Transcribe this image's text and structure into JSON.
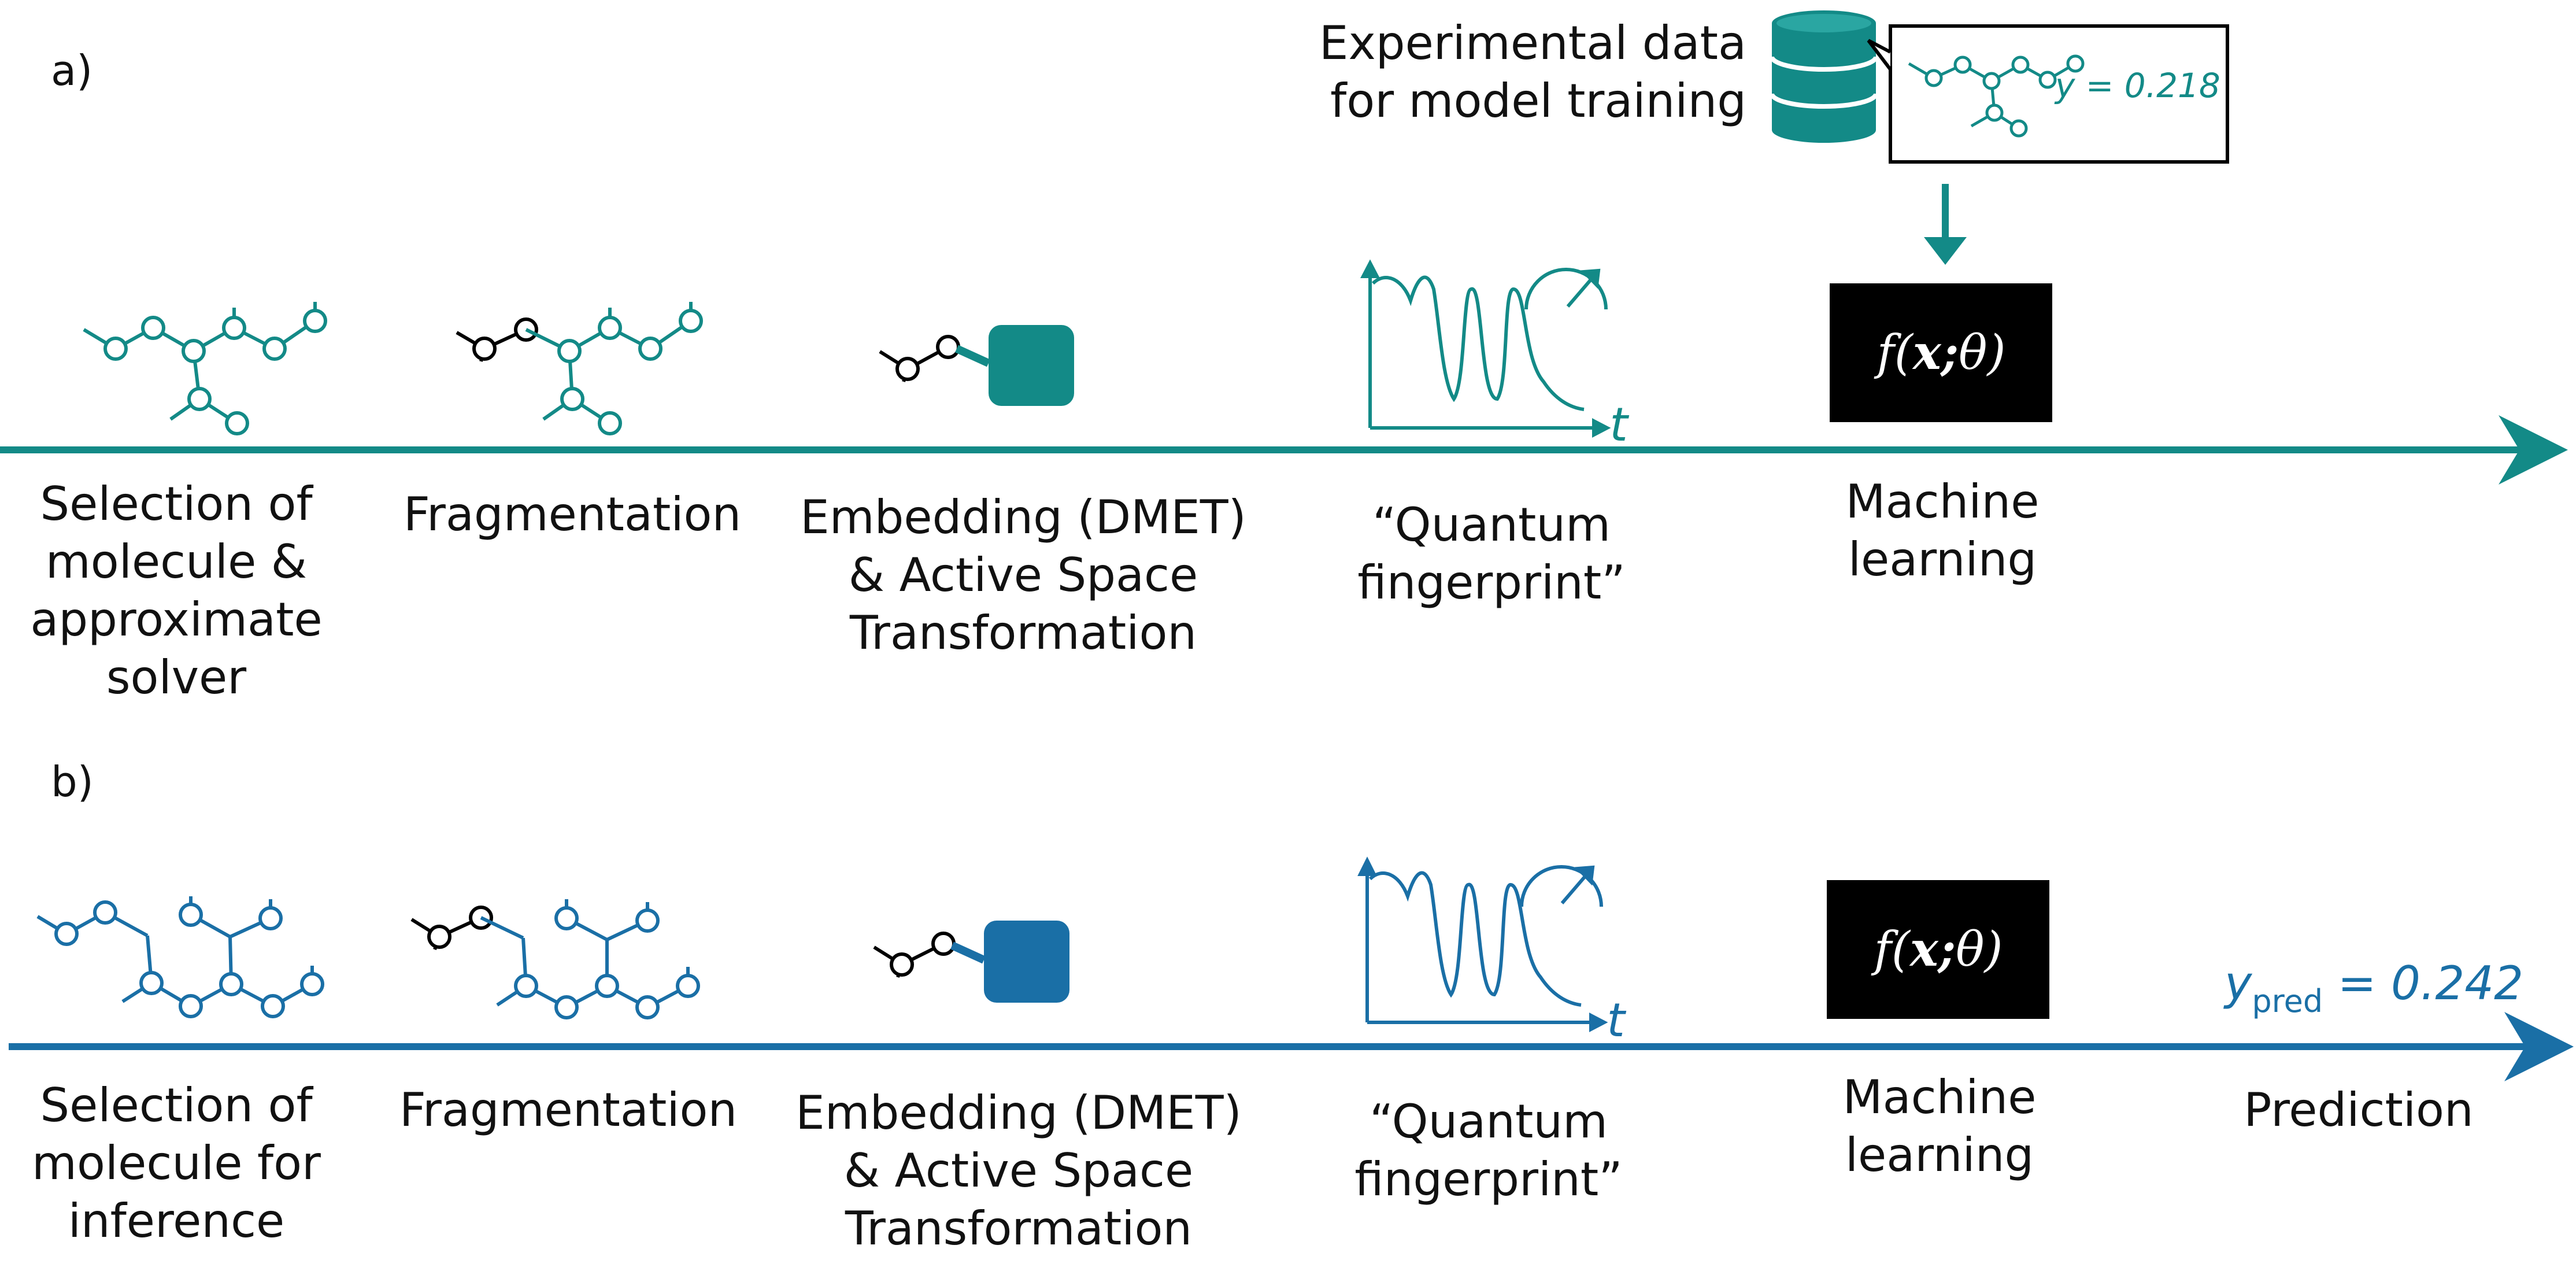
{
  "colors": {
    "teal": "#138a87",
    "blue": "#1a6fa6",
    "fragment_teal_box": "#138a87",
    "fragment_blue_box": "#1a6fa6",
    "black": "#000000",
    "ml_box": "#000000"
  },
  "panel_a": {
    "label": "a)",
    "database": {
      "caption_line1": "Experimental data",
      "caption_line2": "for model training",
      "icon": "database-icon",
      "sample_value": "y = 0.218"
    },
    "steps": [
      {
        "line1": "Selection of",
        "line2": "molecule &",
        "line3": "approximate",
        "line4": "solver",
        "icon": "molecule-icon"
      },
      {
        "line1": "Fragmentation",
        "icon": "fragmented-molecule-icon"
      },
      {
        "line1": "Embedding (DMET)",
        "line2": "& Active Space",
        "line3": "Transformation",
        "icon": "embedding-icon"
      },
      {
        "line1": "“Quantum",
        "line2": "fingerprint”",
        "icon": "time-signal-icon",
        "axis_label": "t"
      },
      {
        "line1": "Machine",
        "line2": "learning",
        "icon": "ml-model-box",
        "model_fx": "f(",
        "model_x": "x;",
        "model_theta": "θ)"
      }
    ]
  },
  "panel_b": {
    "label": "b)",
    "prediction": {
      "y": "y",
      "subscript": "pred",
      "value": " = 0.242"
    },
    "steps": [
      {
        "line1": "Selection of",
        "line2": "molecule for",
        "line3": "inference",
        "icon": "molecule-icon"
      },
      {
        "line1": "Fragmentation",
        "icon": "fragmented-molecule-icon"
      },
      {
        "line1": "Embedding (DMET)",
        "line2": "& Active Space",
        "line3": "Transformation",
        "icon": "embedding-icon"
      },
      {
        "line1": "“Quantum",
        "line2": "fingerprint”",
        "icon": "time-signal-icon",
        "axis_label": "t"
      },
      {
        "line1": "Machine",
        "line2": "learning",
        "icon": "ml-model-box",
        "model_fx": "f(",
        "model_x": "x;",
        "model_theta": "θ)"
      },
      {
        "line1": "Prediction"
      }
    ]
  }
}
